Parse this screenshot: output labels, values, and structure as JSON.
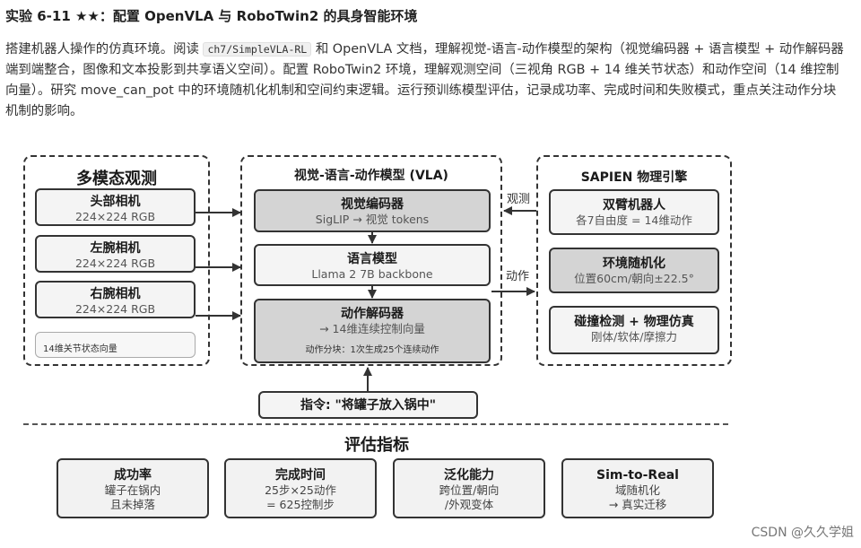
{
  "header": {
    "title": "实验 6-11 ★★：配置 OpenVLA 与 RoboTwin2 的具身智能环境",
    "para_part1": "搭建机器人操作的仿真环境。阅读",
    "code_path": "ch7/SimpleVLA-RL",
    "para_part2": "和 OpenVLA 文档，理解视觉-语言-动作模型的架构（视觉编码器 + 语言模型 + 动作解码器端到端整合，图像和文本投影到共享语义空间）。配置 RoboTwin2 环境，理解观测空间（三视角 RGB + 14 维关节状态）和动作空间（14 维控制向量）。研究 move_can_pot 中的环境随机化机制和空间约束逻辑。运行预训练模型评估，记录成功率、完成时间和失败模式，重点关注动作分块机制的影响。"
  },
  "diagram": {
    "observation": {
      "title": "多模态观测",
      "cameras": [
        {
          "name": "头部相机",
          "spec": "224×224 RGB"
        },
        {
          "name": "左腕相机",
          "spec": "224×224 RGB"
        },
        {
          "name": "右腕相机",
          "spec": "224×224 RGB"
        }
      ],
      "joint_state": "14维关节状态向量"
    },
    "vla": {
      "title": "视觉-语言-动作模型 (VLA)",
      "encoder": {
        "name": "视觉编码器",
        "desc": "SigLIP → 视觉 tokens"
      },
      "language": {
        "name": "语言模型",
        "desc": "Llama 2 7B backbone"
      },
      "decoder": {
        "name": "动作解码器",
        "desc": "→ 14维连续控制向量",
        "note": "动作分块：1次生成25个连续动作"
      }
    },
    "sapien": {
      "title": "SAPIEN 物理引擎",
      "robot": {
        "name": "双臂机器人",
        "desc": "各7自由度 = 14维动作"
      },
      "random": {
        "name": "环境随机化",
        "desc": "位置60cm/朝向±22.5°"
      },
      "physics": {
        "name": "碰撞检测 + 物理仿真",
        "desc": "刚体/软体/摩擦力"
      }
    },
    "labels": {
      "observe": "观测",
      "action": "动作"
    },
    "instruction": "指令: \"将罐子放入锅中\""
  },
  "metrics": {
    "title": "评估指标",
    "items": [
      {
        "name": "成功率",
        "line1": "罐子在锅内",
        "line2": "且未掉落"
      },
      {
        "name": "完成时间",
        "line1": "25步×25动作",
        "line2": "= 625控制步"
      },
      {
        "name": "泛化能力",
        "line1": "跨位置/朝向",
        "line2": "/外观变体"
      },
      {
        "name": "Sim-to-Real",
        "line1": "域随机化",
        "line2": "→ 真实迁移"
      }
    ]
  },
  "watermark": "CSDN @久久学姐"
}
